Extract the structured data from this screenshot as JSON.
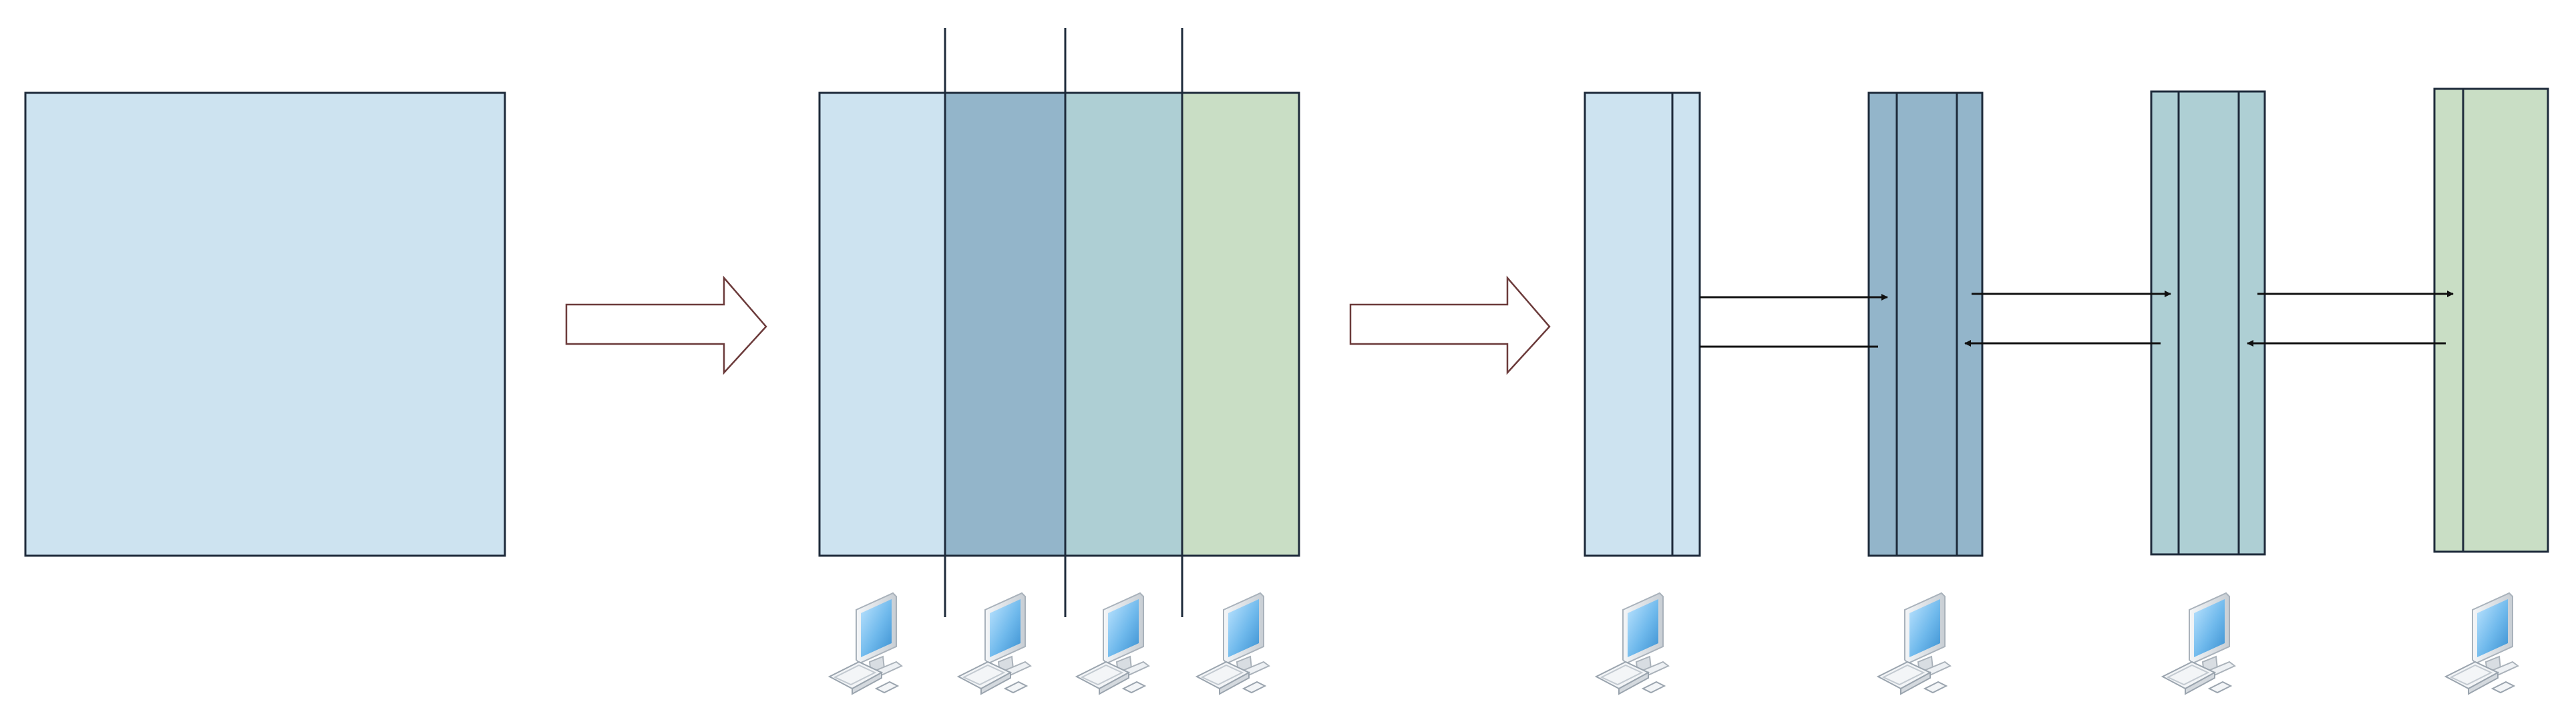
{
  "diagram": {
    "description_visible_text": "",
    "colors": {
      "partition_1": "#cde3f0",
      "partition_2": "#93b5ca",
      "partition_3": "#aecfd4",
      "partition_4": "#c9dec5",
      "border": "#1d2a3a",
      "arrow_fill": "#ffffff",
      "arrow_stroke": "#6b3a3a"
    },
    "icons": {
      "computer": "computer-icon"
    },
    "stages": [
      {
        "name": "full-domain",
        "partitions": 1
      },
      {
        "name": "partitioned-domain",
        "partitions": 4,
        "computers": 4
      },
      {
        "name": "distributed-subdomains",
        "partitions": 4,
        "computers": 4,
        "halo_exchange": true
      }
    ]
  }
}
